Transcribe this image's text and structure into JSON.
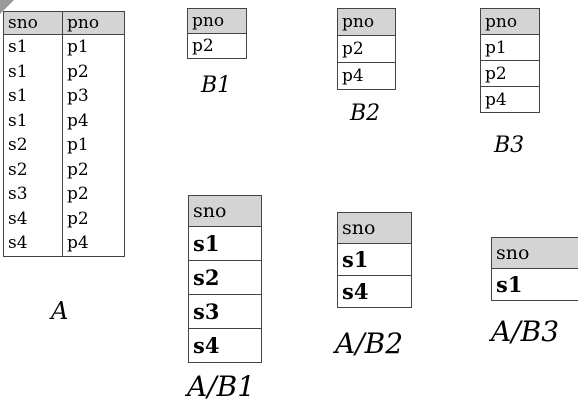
{
  "tables": {
    "A": {
      "caption": "A",
      "headers": [
        "sno",
        "pno"
      ],
      "rows": [
        [
          "s1",
          "p1"
        ],
        [
          "s1",
          "p2"
        ],
        [
          "s1",
          "p3"
        ],
        [
          "s1",
          "p4"
        ],
        [
          "s2",
          "p1"
        ],
        [
          "s2",
          "p2"
        ],
        [
          "s3",
          "p2"
        ],
        [
          "s4",
          "p2"
        ],
        [
          "s4",
          "p4"
        ]
      ]
    },
    "B1": {
      "caption": "B1",
      "headers": [
        "pno"
      ],
      "rows": [
        [
          "p2"
        ]
      ]
    },
    "B2": {
      "caption": "B2",
      "headers": [
        "pno"
      ],
      "rows": [
        [
          "p2"
        ],
        [
          "p4"
        ]
      ]
    },
    "B3": {
      "caption": "B3",
      "headers": [
        "pno"
      ],
      "rows": [
        [
          "p1"
        ],
        [
          "p2"
        ],
        [
          "p4"
        ]
      ]
    },
    "AB1": {
      "caption": "A/B1",
      "headers": [
        "sno"
      ],
      "rows": [
        [
          "s1"
        ],
        [
          "s2"
        ],
        [
          "s3"
        ],
        [
          "s4"
        ]
      ]
    },
    "AB2": {
      "caption": "A/B2",
      "headers": [
        "sno"
      ],
      "rows": [
        [
          "s1"
        ],
        [
          "s4"
        ]
      ]
    },
    "AB3": {
      "caption": "A/B3",
      "headers": [
        "sno"
      ],
      "rows": [
        [
          "s1"
        ]
      ]
    }
  }
}
